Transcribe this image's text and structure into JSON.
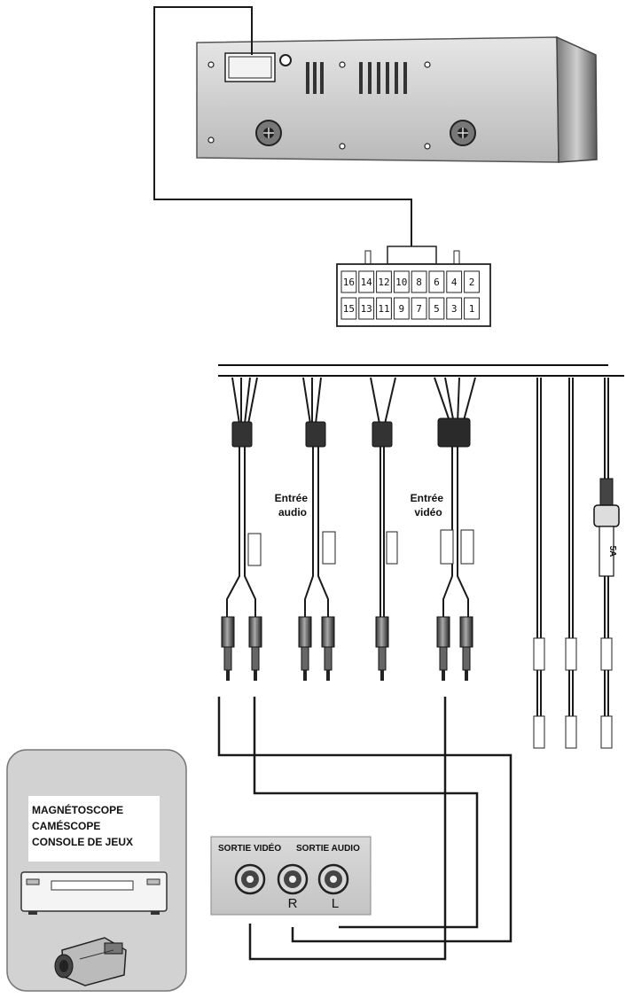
{
  "connector": {
    "pins_top": [
      "16",
      "14",
      "12",
      "10",
      "8",
      "6",
      "4",
      "2"
    ],
    "pins_bottom": [
      "15",
      "13",
      "11",
      "9",
      "7",
      "5",
      "3",
      "1"
    ]
  },
  "harness": {
    "audio_input_label": [
      "Entrée",
      "audio"
    ],
    "video_input_label": [
      "Entrée",
      "vidéo"
    ],
    "fuse_label": "5A"
  },
  "source_device": {
    "lines": [
      "MAGNÉTOSCOPE",
      "CAMÉSCOPE",
      "CONSOLE DE JEUX"
    ]
  },
  "output_panel": {
    "video_out_label": "SORTIE VIDÉO",
    "audio_out_label": "SORTIE AUDIO",
    "right_label": "R",
    "left_label": "L"
  }
}
